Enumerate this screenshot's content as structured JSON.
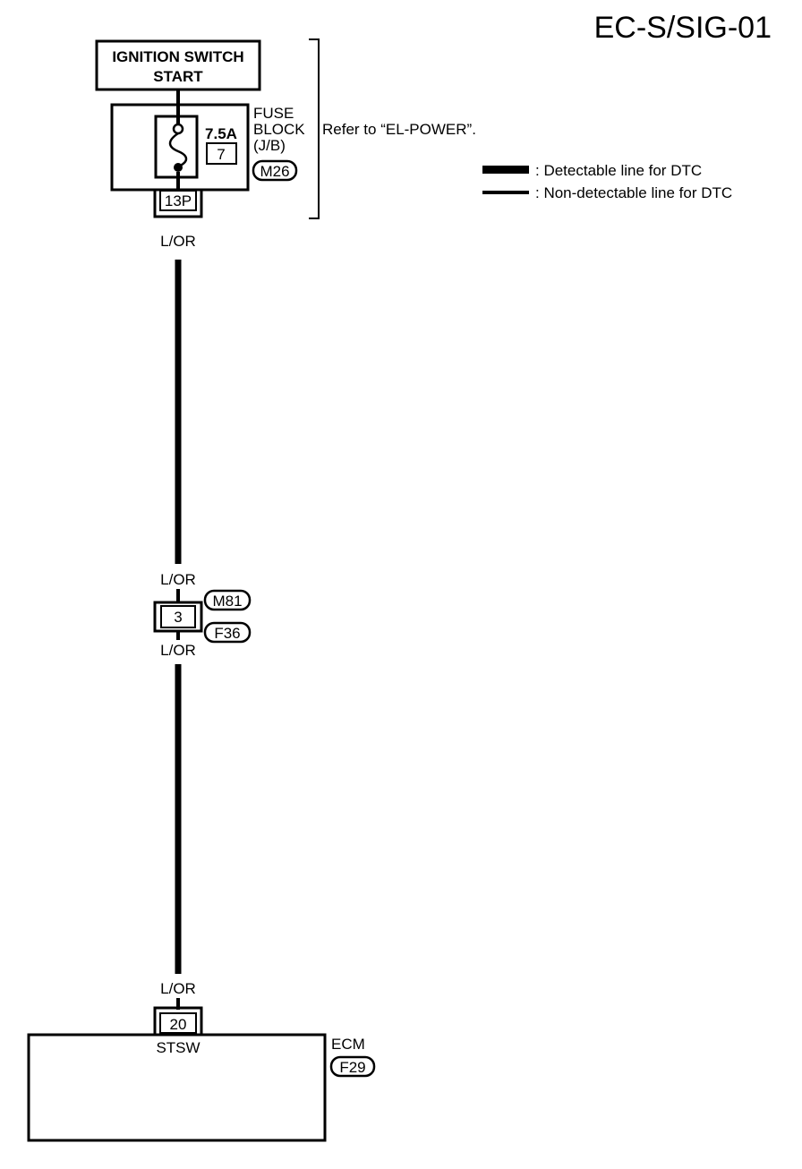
{
  "page_title": "EC-S/SIG-01",
  "ignition_switch": {
    "line1": "IGNITION SWITCH",
    "line2": "START"
  },
  "fuse_block": {
    "line1": "FUSE",
    "line2": "BLOCK",
    "line3": "(J/B)",
    "connector": "M26",
    "fuse_rating": "7.5A",
    "fuse_number": "7",
    "terminal": "13P"
  },
  "refer_note": "Refer to “EL-POWER”.",
  "legend": {
    "detectable": ": Detectable line for DTC",
    "non_detectable": ": Non-detectable line for DTC"
  },
  "wire_color": {
    "top": "L/OR",
    "above_joint": "L/OR",
    "below_joint": "L/OR",
    "bottom": "L/OR"
  },
  "joint_connector": {
    "terminal": "3",
    "upper_connector": "M81",
    "lower_connector": "F36"
  },
  "ecm": {
    "name": "ECM",
    "connector": "F29",
    "terminal": "20",
    "pin_label": "STSW"
  },
  "colors": {
    "line": "#000000",
    "background": "#ffffff"
  }
}
